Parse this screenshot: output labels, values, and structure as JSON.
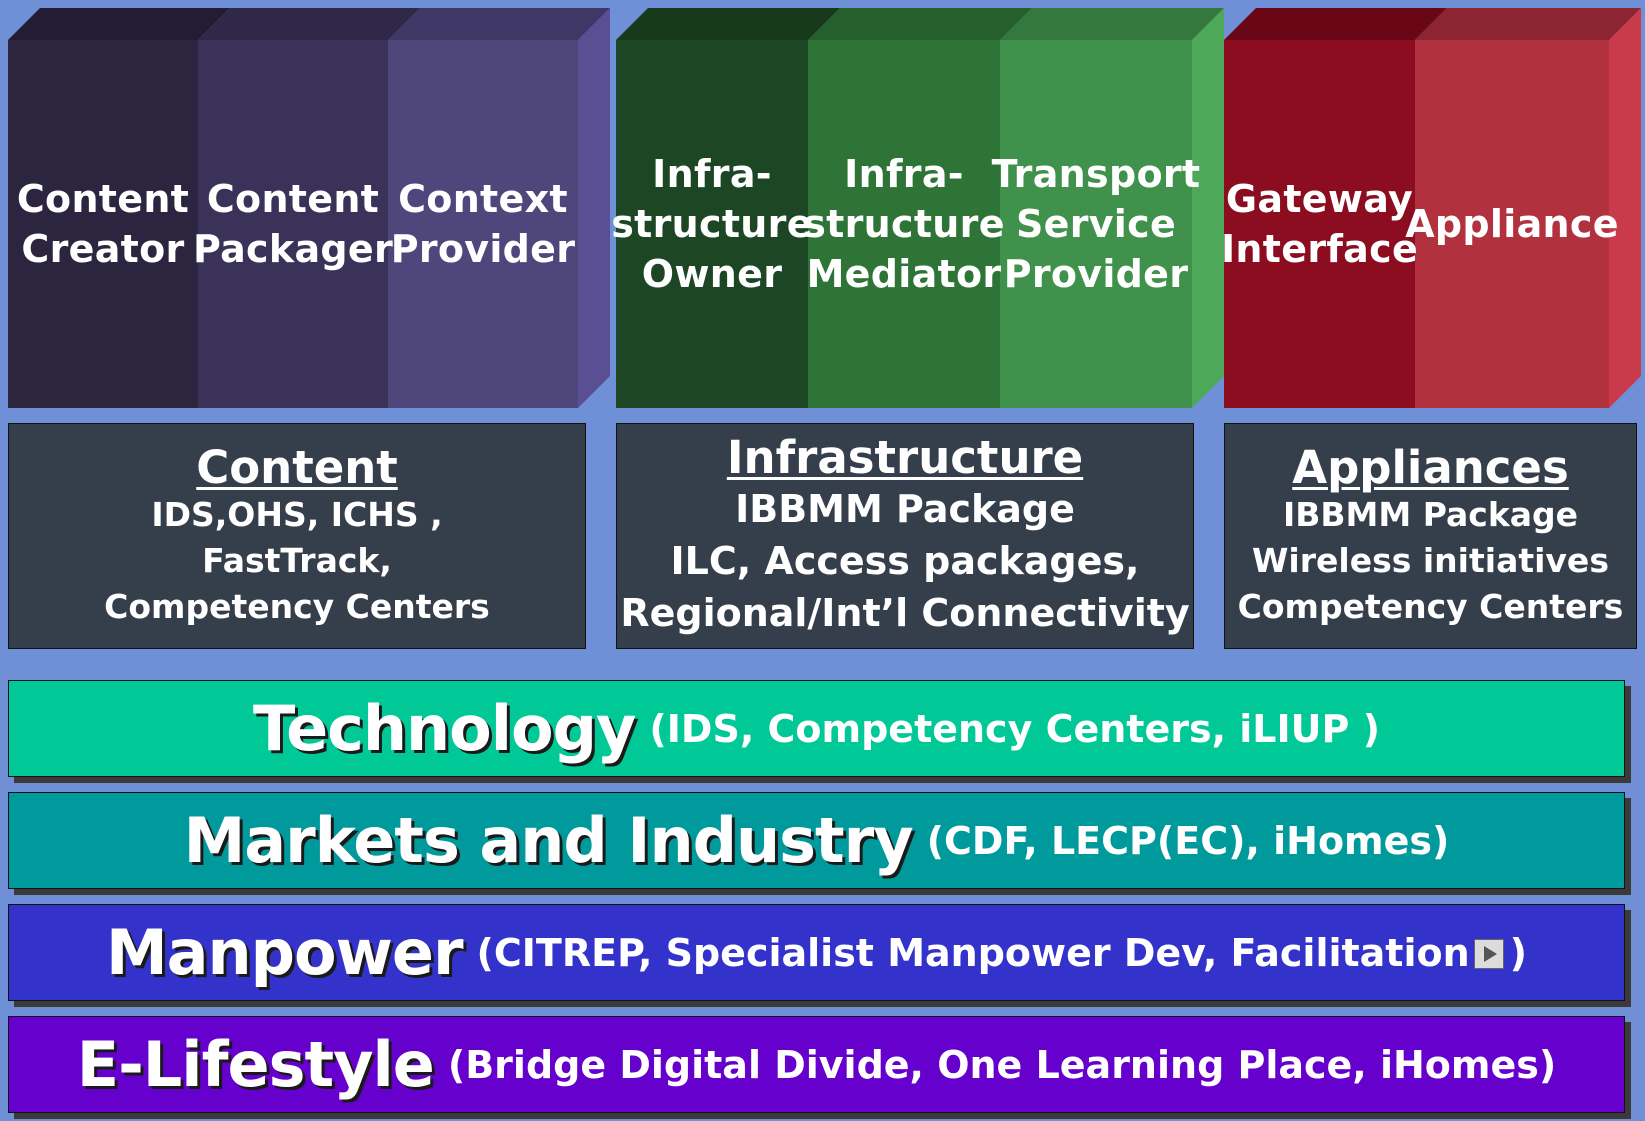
{
  "groups": [
    {
      "id": "content",
      "faces": [
        {
          "label": "Content\nCreator",
          "front": "#2b2540",
          "top": "#221d34"
        },
        {
          "label": "Content\nPackager",
          "front": "#3a3259",
          "top": "#2f2849"
        },
        {
          "label": "Context\nProvider",
          "front": "#4f467c",
          "top": "#3f3866"
        }
      ],
      "side_color": "#5b4f93"
    },
    {
      "id": "infrastructure",
      "faces": [
        {
          "label": "Infra-\nstructure\nOwner",
          "front": "#1d4625",
          "top": "#173a1d"
        },
        {
          "label": "Infra-\nstructure\nMediator",
          "front": "#2e7436",
          "top": "#255f2c"
        },
        {
          "label": "Transport\nService\nProvider",
          "front": "#3f914b",
          "top": "#35783d"
        }
      ],
      "side_color": "#4da85a"
    },
    {
      "id": "appliances",
      "faces": [
        {
          "label": "Gateway\nInterface",
          "front": "#8b0d1f",
          "top": "#6a0716"
        },
        {
          "label": "Appliance",
          "front": "#b2313f",
          "top": "#8c2431"
        }
      ],
      "side_color": "#c93a4a"
    }
  ],
  "categories": [
    {
      "title": "Content",
      "lines": [
        "IDS,OHS, ICHS ,",
        "FastTrack,",
        "Competency Centers"
      ]
    },
    {
      "title": "Infrastructure",
      "lines": [
        "IBBMM Package",
        "ILC, Access packages,",
        "Regional/Int’l Connectivity"
      ]
    },
    {
      "title": "Appliances",
      "lines": [
        "IBBMM Package",
        "Wireless initiatives",
        "Competency Centers"
      ]
    }
  ],
  "layers": [
    {
      "title": "Technology",
      "detail": "(IDS, Competency Centers, iLIUP )",
      "color": "#00c896"
    },
    {
      "title": "Markets and Industry",
      "detail": "(CDF, LECP(EC), iHomes)",
      "color": "#009a9c"
    },
    {
      "title": "Manpower",
      "detail_before_icon": "(CITREP, Specialist Manpower Dev, Facilitation",
      "icon": "play-icon",
      "detail_after_icon": ")",
      "color": "#3333cc"
    },
    {
      "title": "E-Lifestyle",
      "detail": "(Bridge Digital Divide, One Learning Place, iHomes)",
      "color": "#6600cc"
    }
  ]
}
